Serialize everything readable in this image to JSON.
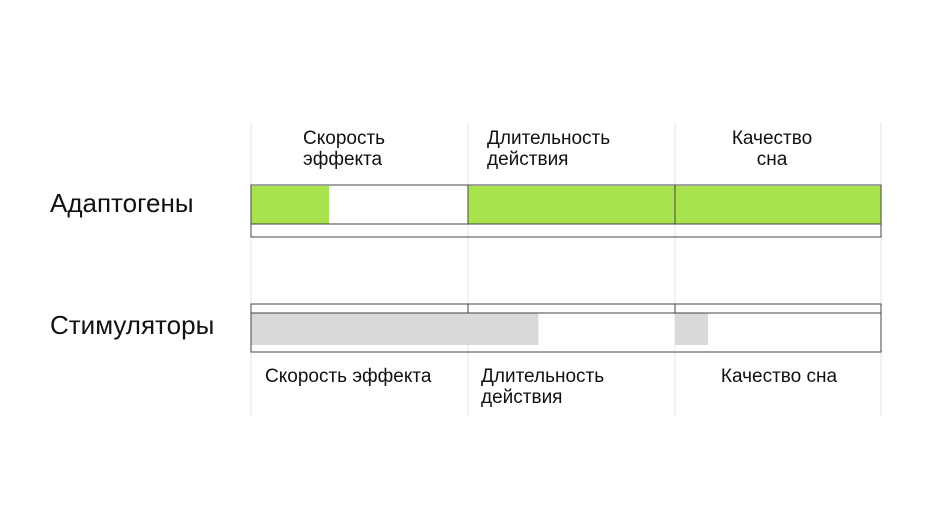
{
  "chart_data": {
    "type": "bar",
    "categories": [
      "Скорость эффекта",
      "Длительность действия",
      "Качество сна"
    ],
    "top_labels": [
      "Скорость\nэффекта",
      "Длительность\nдействия",
      "Качество\nсна"
    ],
    "bottom_labels": [
      "Скорость эффекта",
      "Длительность\nдействия",
      "Качество сна"
    ],
    "series": [
      {
        "name": "Адаптогены",
        "values": [
          0.36,
          1.0,
          1.0
        ],
        "color": "#a8e34d"
      },
      {
        "name": "Стимуляторы",
        "values": [
          1.0,
          0.34,
          0.16
        ],
        "color": "#d9d9d9"
      }
    ],
    "ylim": [
      0,
      1
    ],
    "grid": true
  }
}
